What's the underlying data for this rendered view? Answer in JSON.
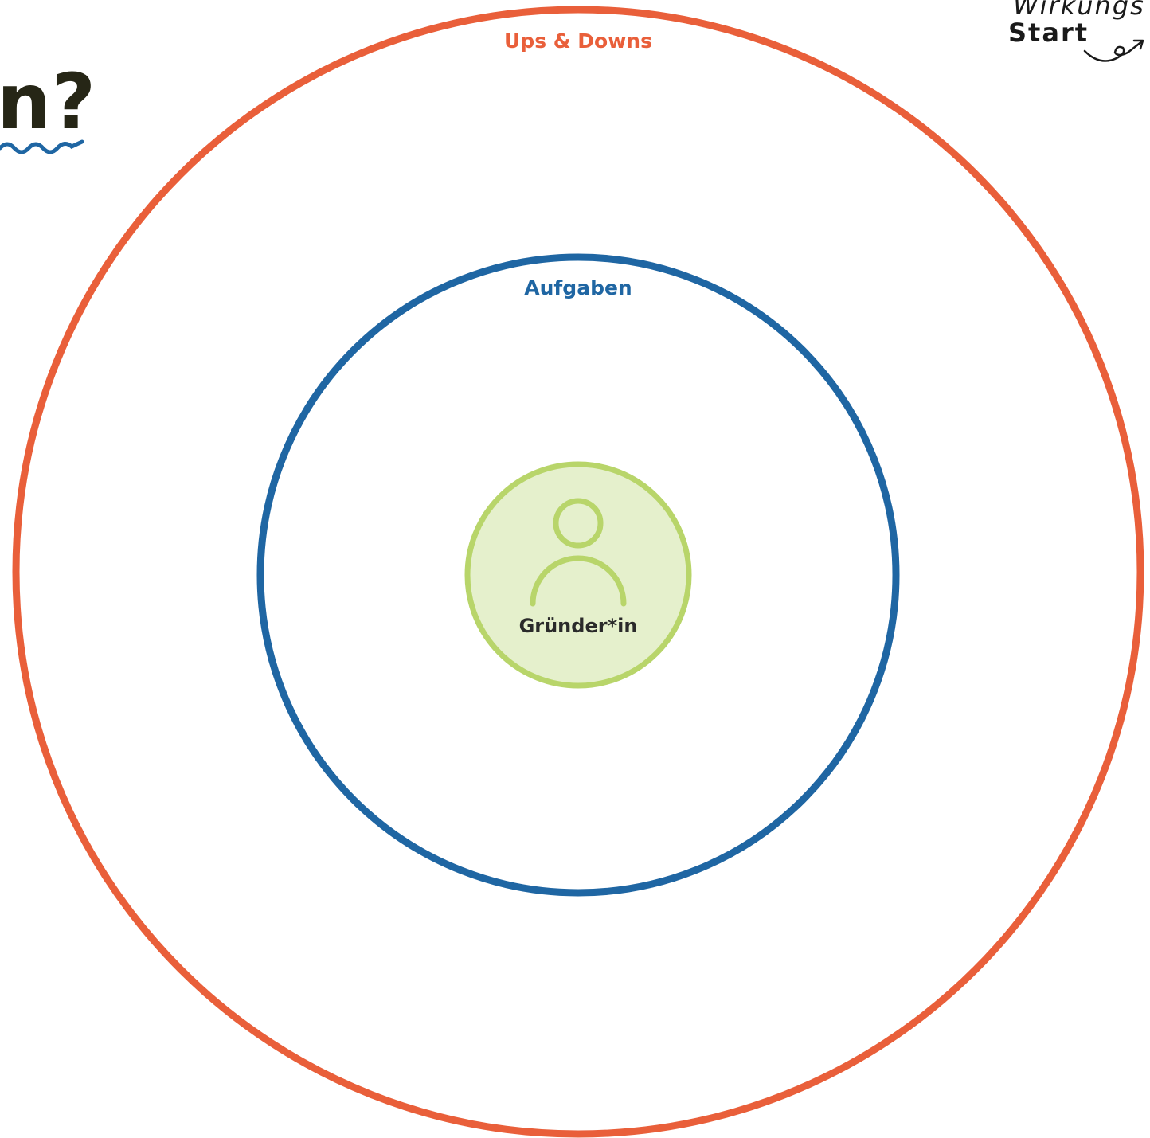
{
  "diagram": {
    "heading_fragment": "n?",
    "rings": {
      "outer": {
        "label": "Ups & Downs",
        "color": "#e95f3a"
      },
      "middle": {
        "label": "Aufgaben",
        "color": "#1f66a3"
      },
      "center": {
        "label": "Gründer*in",
        "stroke_color": "#b8d56a",
        "fill_color": "#e5f0cc",
        "icon": "person-icon"
      }
    },
    "heading_color": "#262616",
    "squiggle_color": "#1f66a3"
  },
  "brand": {
    "top": "Wirkungs",
    "bottom": "Start"
  }
}
